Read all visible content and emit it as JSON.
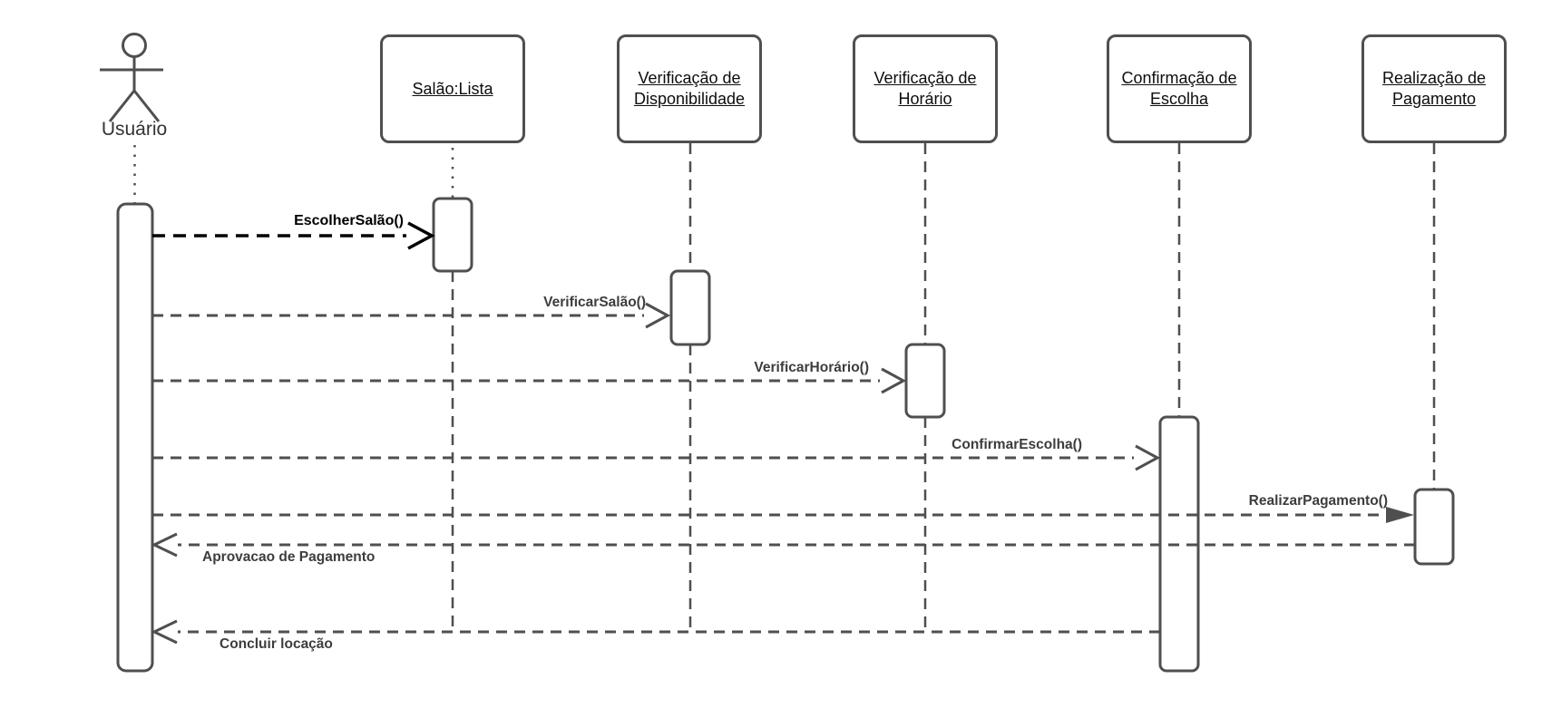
{
  "colors": {
    "stroke_gray": "#4f4f4f",
    "message_black": "#000000",
    "label_gray": "#3d3d3d",
    "background": "#ffffff"
  },
  "actor": {
    "name": "Usuário"
  },
  "lifelines": [
    {
      "label": "Salão:Lista"
    },
    {
      "label": "Verificação de Disponibilidade"
    },
    {
      "label": "Verificação de Horário"
    },
    {
      "label": "Confirmação de Escolha"
    },
    {
      "label": "Realização de Pagamento"
    }
  ],
  "messages": [
    {
      "label": "EscolherSalão()",
      "from": "Usuário",
      "to": "Salão:Lista",
      "kind": "call",
      "arrowhead": "open",
      "line": "dashed"
    },
    {
      "label": "VerificarSalão()",
      "from": "Usuário",
      "to": "Verificação de Disponibilidade",
      "kind": "call",
      "arrowhead": "open",
      "line": "dashed"
    },
    {
      "label": "VerificarHorário()",
      "from": "Usuário",
      "to": "Verificação de Horário",
      "kind": "call",
      "arrowhead": "open",
      "line": "dashed"
    },
    {
      "label": "ConfirmarEscolha()",
      "from": "Usuário",
      "to": "Confirmação de Escolha",
      "kind": "call",
      "arrowhead": "open",
      "line": "dashed"
    },
    {
      "label": "RealizarPagamento()",
      "from": "Usuário",
      "to": "Realização de Pagamento",
      "kind": "call",
      "arrowhead": "filled",
      "line": "dashed"
    },
    {
      "label": "Aprovacao de Pagamento",
      "from": "Realização de Pagamento",
      "to": "Usuário",
      "kind": "return",
      "arrowhead": "open",
      "line": "dashed"
    },
    {
      "label": "Concluir locação",
      "from": "Confirmação de Escolha",
      "to": "Usuário",
      "kind": "return",
      "arrowhead": "open",
      "line": "dashed"
    }
  ]
}
